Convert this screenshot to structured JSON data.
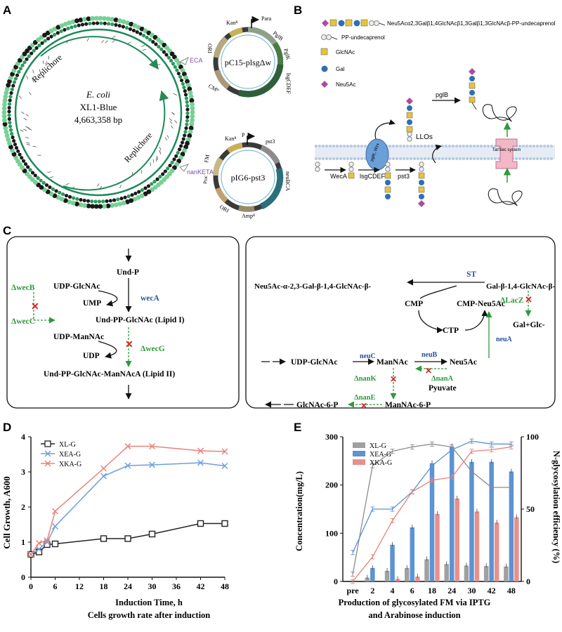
{
  "panels": {
    "A": "A",
    "B": "B",
    "C": "C",
    "D": "D",
    "E": "E"
  },
  "panelA": {
    "genome_species": "E. coli",
    "genome_strain": "XL1-Blue",
    "genome_size": "4,663,358 bp",
    "replichore_label": "Replichore",
    "eca_label": "ECA",
    "nanketa_label": "nanKETA",
    "plasmid1": {
      "name": "pC15-plsgΔw",
      "labels": {
        "para": "Para",
        "kan": "Kanᴿ",
        "pglb": "PglB",
        "pglk": "PglK",
        "lsgcdef": "lsgCDEF",
        "ori": "ORI",
        "cm": "CMᴿ"
      }
    },
    "plasmid2": {
      "name": "pIG6-pst3",
      "labels": {
        "p": "P",
        "kan": "Kanᴿ",
        "pst3": "pst3",
        "neubca": "neuBCA",
        "fm": "FM",
        "ptac": "Ptac",
        "ori": "ORI",
        "amp": "Ampᴿ"
      }
    }
  },
  "panelB": {
    "legend": [
      {
        "label": "Neu5Acα2,3Galβ1,4GlcNAcβ1,3Galβ1,3GlcNAcβ-PP-undecaprenol",
        "icon": "glycan-chain-icon"
      },
      {
        "label": "PP-undecaprenol",
        "icon": "undecaprenol-icon"
      },
      {
        "label": "GlcNAc",
        "icon": "yellow-square-icon",
        "color": "#e8c33a"
      },
      {
        "label": "Gal",
        "icon": "blue-circle-icon",
        "color": "#2f6fb3"
      },
      {
        "label": "Neu5Ac",
        "icon": "purple-diamond-icon",
        "color": "#b04aa0"
      }
    ],
    "wecA": "WecA",
    "lsgCDEF": "lsgCDEF",
    "pst3": "pst3",
    "pglK_wzx": "pglK, Wzx",
    "llos": "LLOs",
    "pglB": "pglB",
    "tat_sec": "Tat/Sec system"
  },
  "panelC": {
    "left": {
      "und_p": "Und-P",
      "udp_glcnac": "UDP-GlcNAc",
      "wecA": "wecA",
      "ump": "UMP",
      "lipid1": "Und-PP-GlcNAc (Lipid I)",
      "udp_mannac": "UDP-ManNAc",
      "udp": "UDP",
      "lipid2": "Und-PP-GlcNAc-ManNAcA (Lipid II)",
      "delta_wecB": "ΔwecB",
      "delta_wecC": "ΔwecC",
      "delta_wecG": "ΔwecG"
    },
    "right": {
      "neu5ac_chain": "Neu5Ac-α-2,3-Gal-β-1,4-GlcNAc-β-",
      "st": "ST",
      "gal_chain": "Gal-β-1,4-GlcNAc-β-",
      "cmp": "CMP",
      "cmp_neu5ac": "CMP-Neu5Ac",
      "ctp": "CTP",
      "neuA": "neuA",
      "delta_lacZ": "ΔLacZ",
      "gal_glc": "Gal+Glc-",
      "udp_glcnac": "UDP-GlcNAc",
      "neuC": "neuC",
      "mannac": "ManNAc",
      "neuB": "neuB",
      "neu5ac": "Neu5Ac",
      "delta_nanK": "ΔnanK",
      "delta_nanA": "ΔnanA",
      "pyuvate": "Pyuvate",
      "delta_nanE": "ΔnanE",
      "glcnac6p": "GlcNAc-6-P",
      "mannac6p": "ManNAc-6-P"
    }
  },
  "colors": {
    "xl": "#222222",
    "xea": "#6f9fd8",
    "xka": "#e8827c",
    "e_gray": "#a0a0a0",
    "e_blue": "#5b93d3",
    "e_red": "#e8908a",
    "arrow_green": "#2e9a3c",
    "cross_red": "#d8241e",
    "label_blue": "#2c4f9e"
  },
  "chart_data": [
    {
      "type": "line",
      "panel": "D",
      "xlabel": "Induction Time, h",
      "ylabel": "Cell Growth, A600",
      "caption": "Cells growth rate after induction",
      "x": [
        0,
        2,
        4,
        6,
        18,
        24,
        30,
        42,
        48
      ],
      "xticks": [
        0,
        6,
        12,
        18,
        24,
        30,
        36,
        42,
        48
      ],
      "yticks": [
        0,
        1,
        2,
        3,
        4
      ],
      "xlim": [
        0,
        48
      ],
      "ylim": [
        0,
        4
      ],
      "series": [
        {
          "name": "XL-G",
          "marker": "square",
          "values": [
            0.65,
            0.72,
            0.93,
            0.95,
            1.1,
            1.1,
            1.23,
            1.53,
            1.53
          ]
        },
        {
          "name": "XEA-G",
          "marker": "x",
          "values": [
            0.65,
            0.8,
            1.0,
            1.45,
            2.88,
            3.18,
            3.2,
            3.26,
            3.17
          ]
        },
        {
          "name": "XKA-G",
          "marker": "x",
          "values": [
            0.65,
            0.97,
            1.05,
            1.88,
            3.1,
            3.73,
            3.73,
            3.6,
            3.58
          ]
        }
      ]
    },
    {
      "type": "bar",
      "panel": "E",
      "xlabel": "Production of glycosylated FM via IPTG",
      "xlabel2": "and Arabinose  induction",
      "ylabel": "Concentration(mg/L)",
      "ylabel2": "N-glycosylation efficiency (%)",
      "categories": [
        "pre",
        "2",
        "4",
        "6",
        "18",
        "24",
        "30",
        "42",
        "48"
      ],
      "yticks": [
        0,
        100,
        200,
        300
      ],
      "y2ticks": [
        0,
        50,
        100
      ],
      "ylim": [
        0,
        300
      ],
      "y2lim": [
        0,
        100
      ],
      "series": [
        {
          "name": "XL-G",
          "bars": [
            0,
            8,
            22,
            28,
            46,
            36,
            33,
            32,
            31
          ],
          "efficiency": [
            5,
            80,
            90,
            93,
            95,
            93,
            76,
            65,
            65
          ]
        },
        {
          "name": "XEA-G",
          "bars": [
            0,
            28,
            76,
            112,
            245,
            280,
            248,
            248,
            228
          ],
          "efficiency": [
            20,
            50,
            50,
            62,
            80,
            91,
            97,
            95,
            95
          ]
        },
        {
          "name": "XKA-G",
          "bars": [
            0,
            0,
            5,
            10,
            140,
            172,
            145,
            122,
            133
          ],
          "efficiency": [
            0,
            17,
            42,
            62,
            70,
            72,
            90,
            91,
            93
          ]
        }
      ]
    }
  ]
}
